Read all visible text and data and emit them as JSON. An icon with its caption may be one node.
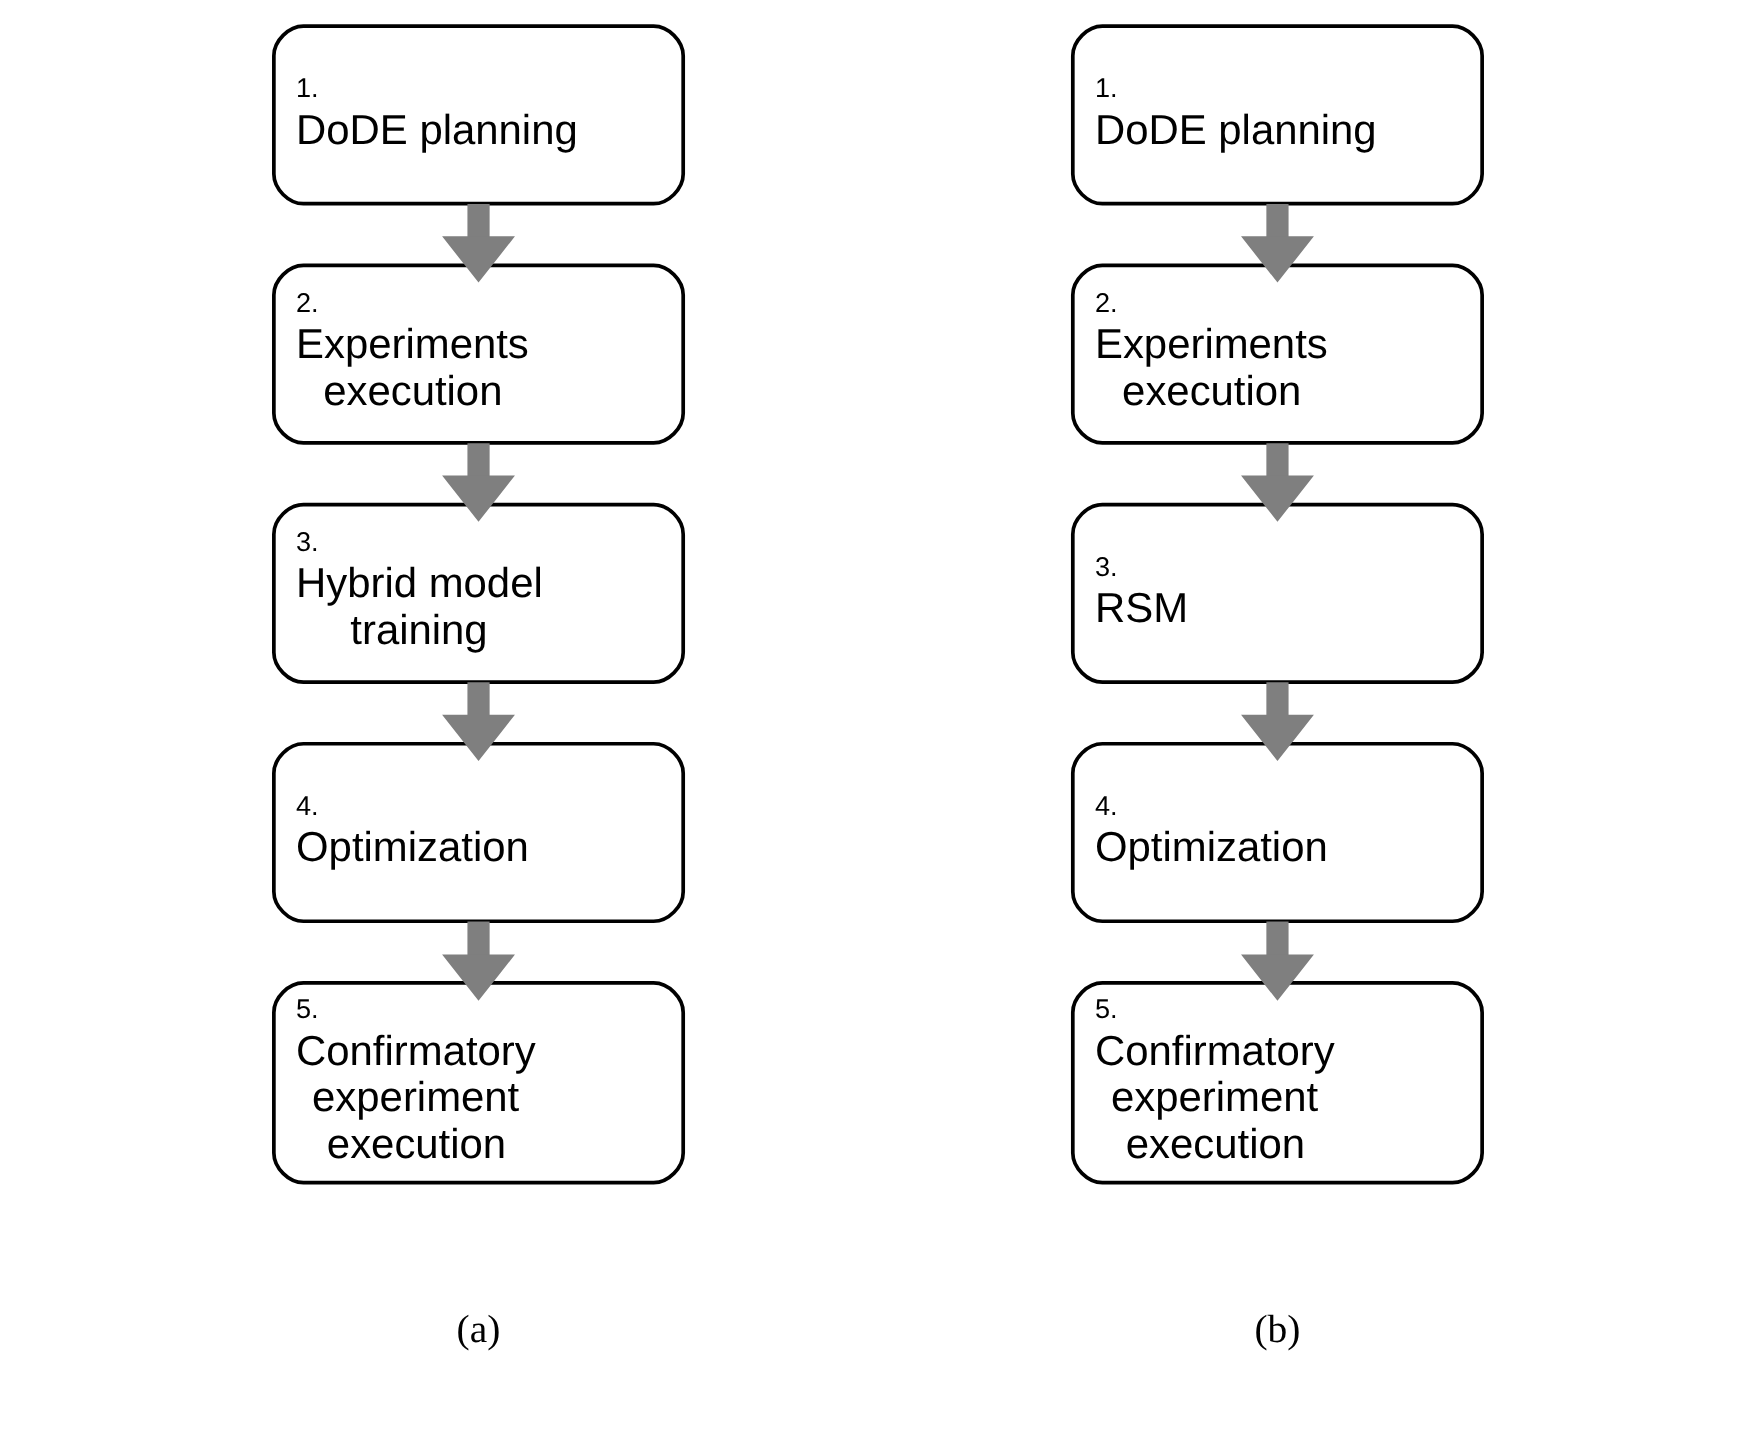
{
  "diagram": {
    "nodes": [
      {
        "text": [
          "1.",
          "DoDE planning"
        ]
      },
      {
        "text": [
          "2.",
          "Experiments execution"
        ]
      },
      {
        "text": [
          "3.",
          "Hybrid model training"
        ]
      },
      {
        "text": [
          "4.",
          "Optimization"
        ]
      },
      {
        "text": [
          "5.",
          "Confirmatory experiment execution"
        ]
      },
      {
        "text": [
          "1.",
          "DoDE planning"
        ]
      },
      {
        "text": [
          "2.",
          "Experiments execution"
        ]
      },
      {
        "text": [
          "3.",
          "RSM"
        ]
      },
      {
        "text": [
          "4.",
          "Optimization"
        ]
      },
      {
        "text": [
          "5.",
          "Confirmatory experiment execution"
        ]
      }
    ],
    "edges": [
      {
        "from": 0,
        "to": 1,
        "arrow": "to"
      },
      {
        "from": 1,
        "to": 2,
        "arrow": "to"
      },
      {
        "from": 2,
        "to": 3,
        "arrow": "to"
      },
      {
        "from": 3,
        "to": 4,
        "arrow": "to"
      },
      {
        "from": 5,
        "to": 6,
        "arrow": "to"
      },
      {
        "from": 6,
        "to": 7,
        "arrow": "to"
      },
      {
        "from": 7,
        "to": 8,
        "arrow": "to"
      },
      {
        "from": 8,
        "to": 9,
        "arrow": "to"
      }
    ],
    "labels": [
      "(a)",
      "(b)"
    ]
  }
}
